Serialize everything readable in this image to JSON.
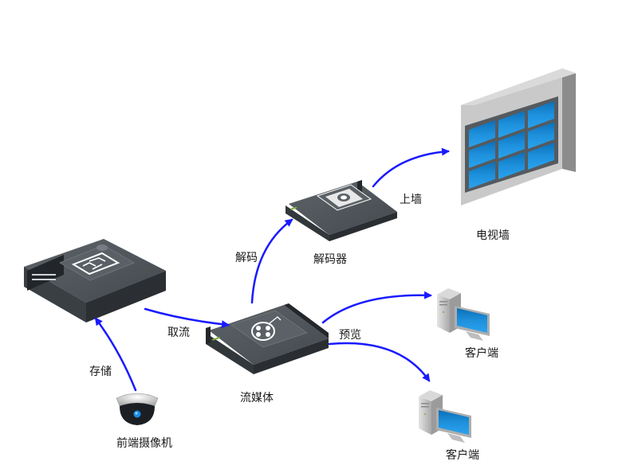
{
  "diagram": {
    "nodes": {
      "storage": {
        "label": "",
        "kind": "storage-server"
      },
      "camera": {
        "label": "前端摄像机",
        "kind": "dome-camera"
      },
      "stream_media": {
        "label": "流媒体",
        "kind": "stream-server"
      },
      "decoder": {
        "label": "解码器",
        "kind": "decoder-device"
      },
      "tv_wall": {
        "label": "电视墙",
        "kind": "video-wall"
      },
      "client_1": {
        "label": "客户端",
        "kind": "desktop-pc"
      },
      "client_2": {
        "label": "客户端",
        "kind": "desktop-pc"
      }
    },
    "edges": {
      "store": {
        "from": "camera",
        "to": "storage",
        "label": "存储"
      },
      "fetch": {
        "from": "storage",
        "to": "stream_media",
        "label": "取流"
      },
      "decode": {
        "from": "stream_media",
        "to": "decoder",
        "label": "解码"
      },
      "to_wall": {
        "from": "decoder",
        "to": "tv_wall",
        "label": "上墙"
      },
      "preview": {
        "from": "stream_media",
        "to": "client_1",
        "label": "预览"
      },
      "preview_2": {
        "from": "stream_media",
        "to": "client_2",
        "label": ""
      }
    },
    "colors": {
      "arrow": "#1a1aff",
      "device_top": "#4f555a",
      "device_side": "#2f3438",
      "screen_blue": "#1e8fd8",
      "wall_gray": "#c9c9c9"
    }
  }
}
